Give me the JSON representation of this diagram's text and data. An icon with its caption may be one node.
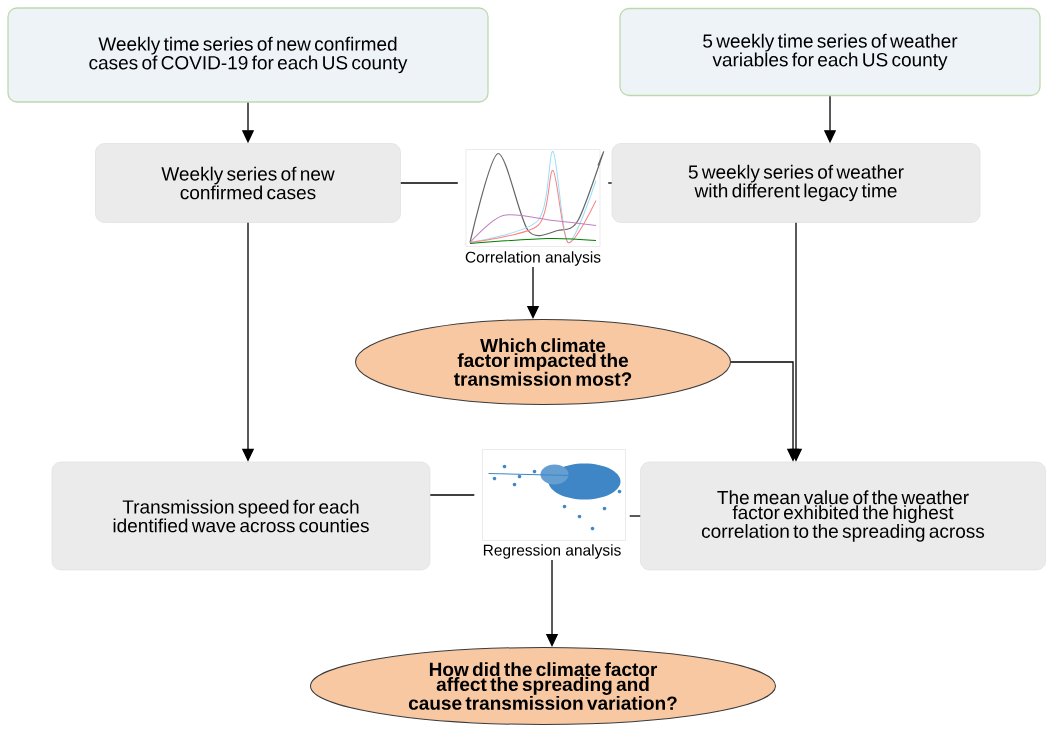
{
  "diagram": {
    "nodes": [
      {
        "text": [
          "Weekly time series of new confirmed cases of COVID-19 for each US county"
        ]
      },
      {
        "text": [
          "5 weekly time series of weather variables for each US county"
        ]
      },
      {
        "text": [
          "Weekly series of new confirmed cases"
        ]
      },
      {
        "text": [],
        "shape": "picture",
        "beside": [
          "Correlation analysis"
        ]
      },
      {
        "text": [
          "5 weekly series of weather with different legacy time"
        ]
      },
      {
        "text": [
          "Which climate factor impacted the transmission most?"
        ]
      },
      {
        "text": [
          "Transmission speed for each identified wave across counties"
        ]
      },
      {
        "text": [],
        "shape": "picture",
        "beside": [
          "Regression analysis"
        ]
      },
      {
        "text": [
          "The mean value of the weather factor exhibited the highest correlation to the spreading across"
        ]
      },
      {
        "text": [
          "How did the climate factor affect the spreading and cause transmission variation?"
        ]
      }
    ],
    "edges": [
      {
        "from": 0,
        "to": 2,
        "arrow": "to"
      },
      {
        "from": 1,
        "to": 4,
        "arrow": "to"
      },
      {
        "from": 2,
        "to": 3,
        "arrow": "none"
      },
      {
        "from": 3,
        "to": 4,
        "arrow": "none"
      },
      {
        "from": 3,
        "to": 5,
        "arrow": "to"
      },
      {
        "from": 2,
        "to": 6,
        "arrow": "to"
      },
      {
        "from": 5,
        "to": 8,
        "arrow": "to"
      },
      {
        "from": 4,
        "to": 8,
        "arrow": "to"
      },
      {
        "from": 6,
        "to": 7,
        "arrow": "none"
      },
      {
        "from": 7,
        "to": 8,
        "arrow": "none"
      },
      {
        "from": 7,
        "to": 9,
        "arrow": "to"
      }
    ]
  }
}
